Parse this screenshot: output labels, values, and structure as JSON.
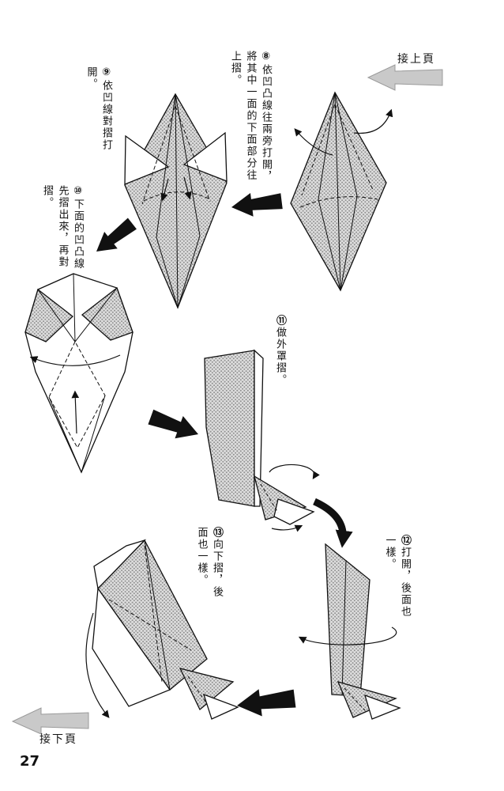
{
  "page": {
    "number": "27",
    "continued_from": "接上頁",
    "continued_to": "接下頁"
  },
  "steps": [
    {
      "badge": "⑧",
      "text": "依凹凸線往兩旁打開，將其中一面的下面部分往上摺。"
    },
    {
      "badge": "⑨",
      "text": "依凹線對摺打開。"
    },
    {
      "badge": "⑩",
      "text": "下面的凹凸線先摺出來，再對摺。"
    },
    {
      "badge": "⑪",
      "text": "做外罩摺。"
    },
    {
      "badge": "⑫",
      "text": "打開，後面也一樣。"
    },
    {
      "badge": "⑬",
      "text": "向下摺，後面也一樣。"
    }
  ],
  "colors": {
    "ink": "#111111",
    "paper": "#ffffff",
    "screentone_dot": "#8f8f8f",
    "page_arrow": "#c9c9c9"
  }
}
